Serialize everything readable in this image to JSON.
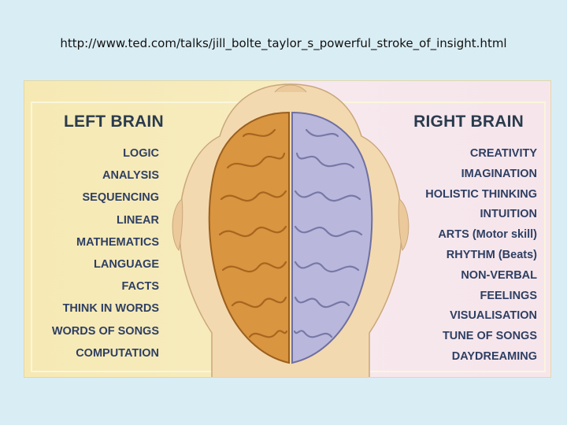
{
  "caption": {
    "url": "http://www.ted.com/talks/jill_bolte_taylor_s_powerful_stroke_of_insight.html"
  },
  "figure": {
    "left_title": "LEFT BRAIN",
    "right_title": "RIGHT BRAIN",
    "left_items": [
      "LOGIC",
      "ANALYSIS",
      "SEQUENCING",
      "LINEAR",
      "MATHEMATICS",
      "LANGUAGE",
      "FACTS",
      "THINK IN WORDS",
      "WORDS OF SONGS",
      "COMPUTATION"
    ],
    "right_items": [
      "CREATIVITY",
      "IMAGINATION",
      "HOLISTIC THINKING",
      "INTUITION",
      "ARTS (Motor skill)",
      "RHYTHM (Beats)",
      "NON-VERBAL",
      "FEELINGS",
      "VISUALISATION",
      "TUNE OF SONGS",
      "DAYDREAMING"
    ],
    "colors": {
      "left_hemisphere": "#d9953f",
      "right_hemisphere": "#b9b8dc",
      "skin": "#f3d9b0",
      "text": "#2e3f63"
    }
  }
}
